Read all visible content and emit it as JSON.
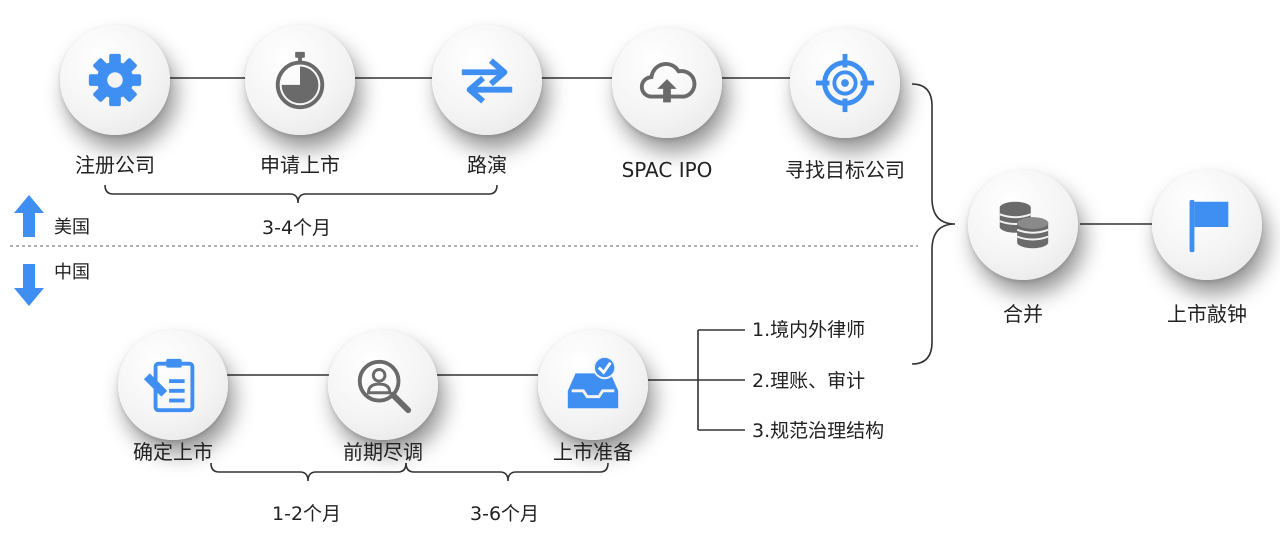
{
  "colors": {
    "accent": "#3f8ff3",
    "icon_gray": "#6a6a6a",
    "line": "#333333"
  },
  "us": {
    "region_label": "美国",
    "nodes": [
      {
        "icon": "gear-icon",
        "label": "注册公司"
      },
      {
        "icon": "stopwatch-icon",
        "label": "申请上市"
      },
      {
        "icon": "exchange-arrows-icon",
        "label": "路演"
      },
      {
        "icon": "cloud-upload-icon",
        "label": "SPAC IPO"
      },
      {
        "icon": "target-icon",
        "label": "寻找目标公司"
      }
    ],
    "duration": "3-4个月"
  },
  "cn": {
    "region_label": "中国",
    "nodes": [
      {
        "icon": "clipboard-edit-icon",
        "label": "确定上市"
      },
      {
        "icon": "person-search-icon",
        "label": "前期尽调"
      },
      {
        "icon": "inbox-check-icon",
        "label": "上市准备"
      }
    ],
    "durations": [
      "1-2个月",
      "3-6个月"
    ],
    "prep_steps": [
      "1.境内外律师",
      "2.理账、审计",
      "3.规范治理结构"
    ]
  },
  "merge": {
    "icon": "coins-icon",
    "label": "合并"
  },
  "bell": {
    "icon": "flag-icon",
    "label": "上市敲钟"
  }
}
